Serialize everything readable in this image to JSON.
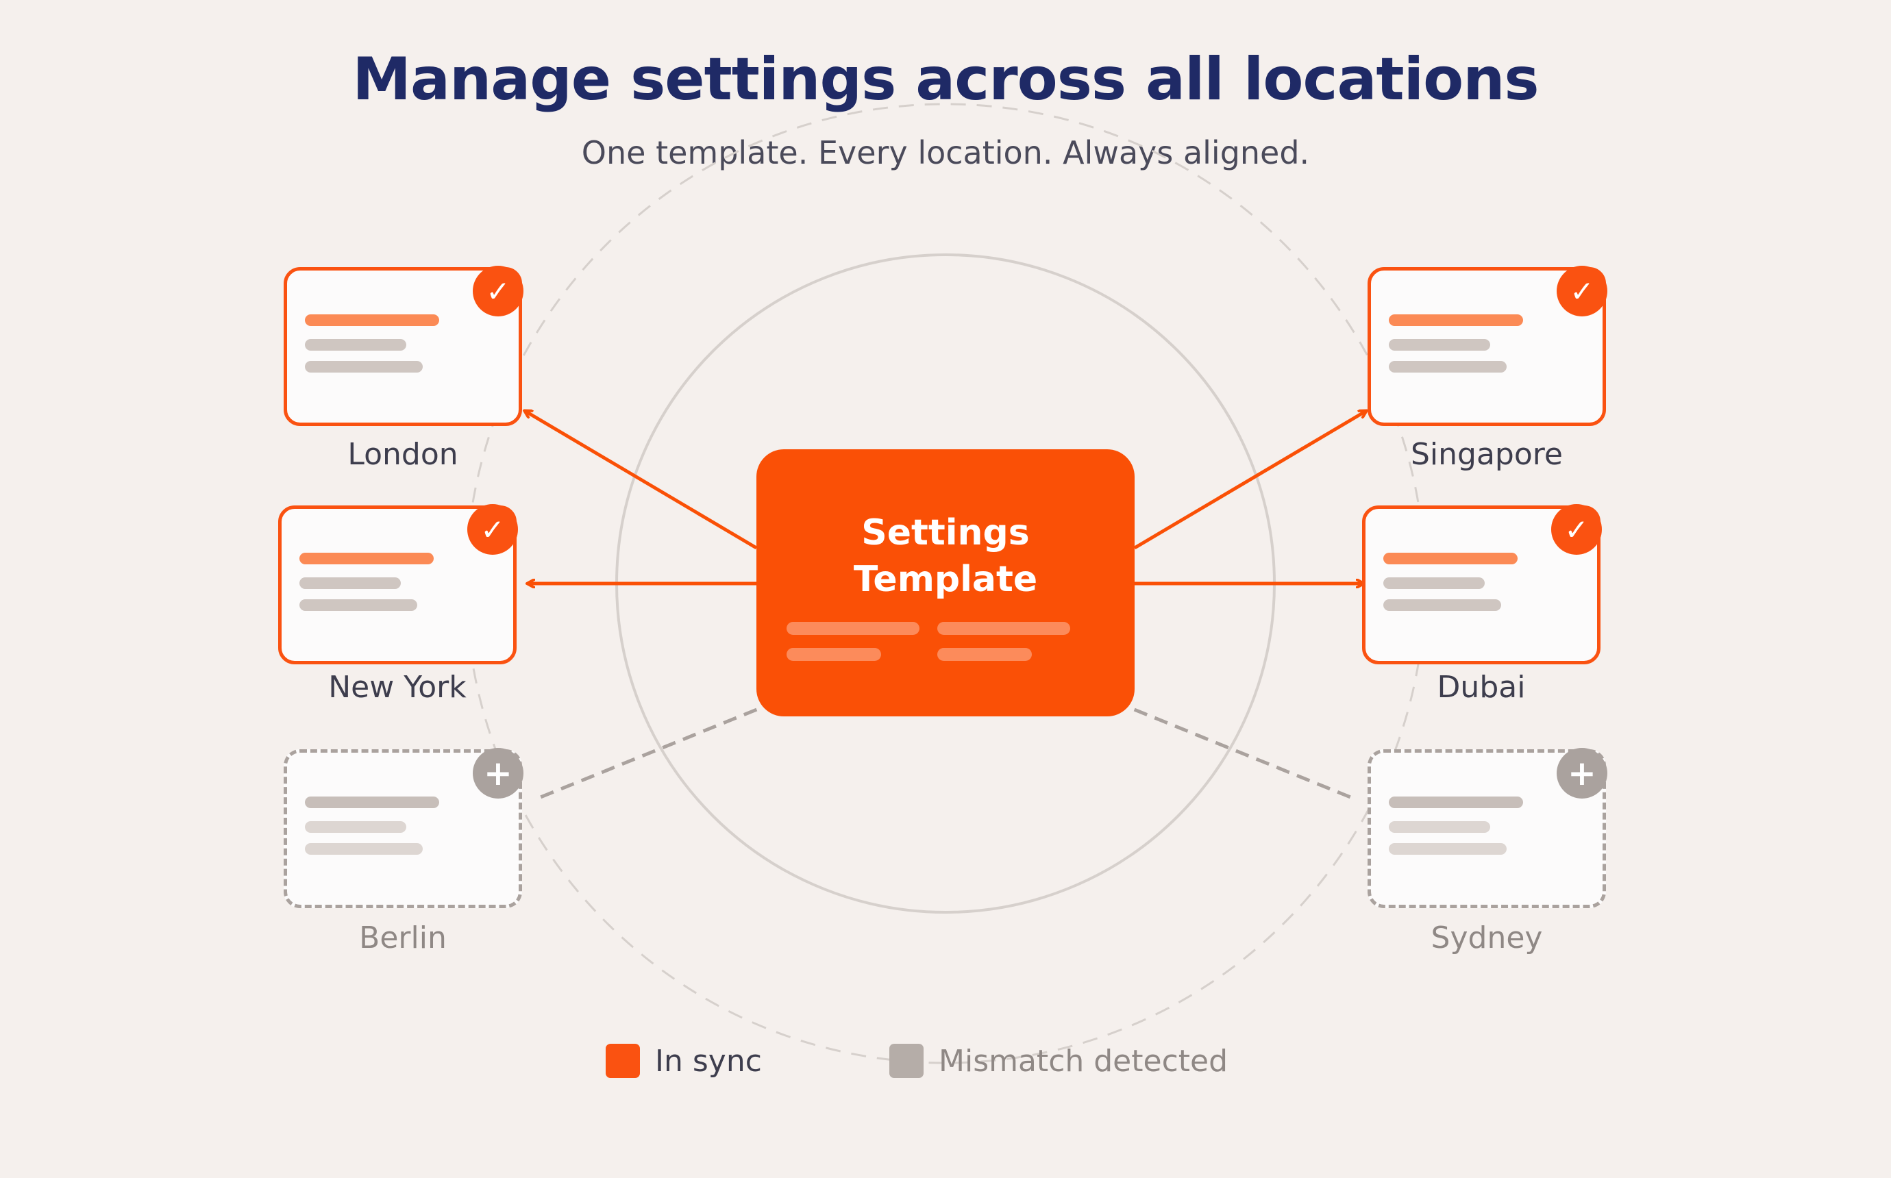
{
  "header": {
    "title": "Manage settings across all locations",
    "subtitle": "One template. Every location. Always aligned."
  },
  "template": {
    "label_line1": "Settings",
    "label_line2": "Template"
  },
  "locations": {
    "london": {
      "name": "London",
      "status": "in-sync",
      "icon": "check-icon"
    },
    "new_york": {
      "name": "New York",
      "status": "in-sync",
      "icon": "check-icon"
    },
    "berlin": {
      "name": "Berlin",
      "status": "mismatch",
      "icon": "plus-icon"
    },
    "singapore": {
      "name": "Singapore",
      "status": "in-sync",
      "icon": "check-icon"
    },
    "dubai": {
      "name": "Dubai",
      "status": "in-sync",
      "icon": "check-icon"
    },
    "sydney": {
      "name": "Sydney",
      "status": "mismatch",
      "icon": "plus-icon"
    }
  },
  "legend": {
    "in_sync": "In sync",
    "mismatch": "Mismatch detected"
  },
  "colors": {
    "accent": "#fa5006",
    "in_sync": "#fa5211",
    "mismatch": "#aaa29e",
    "title": "#1f2a66",
    "background": "#f5f0ed"
  }
}
